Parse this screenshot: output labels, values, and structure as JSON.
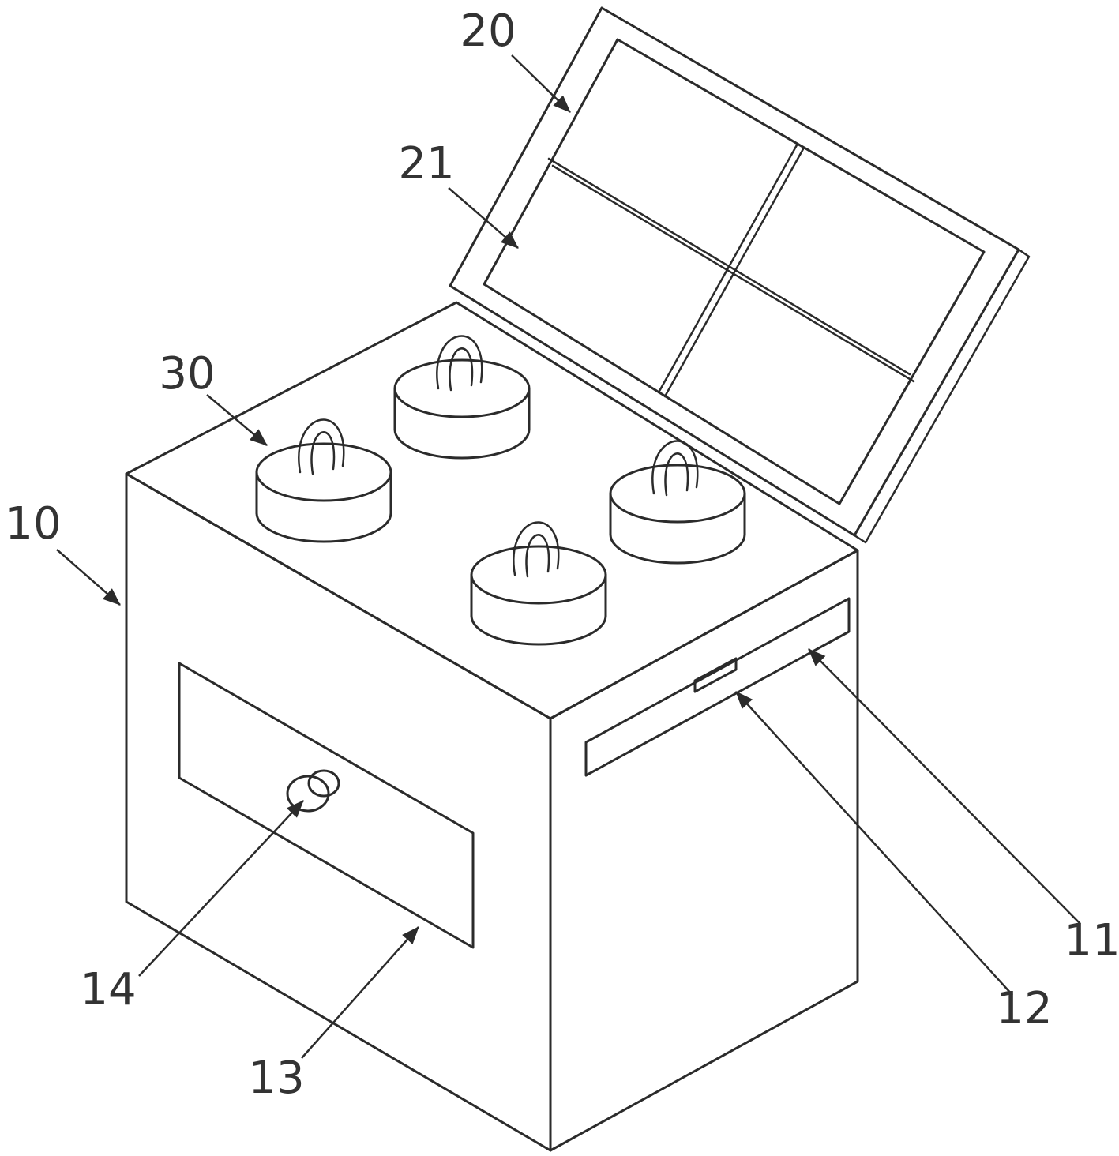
{
  "figure": {
    "background": "#ffffff",
    "stroke_color": "#2b2b2b",
    "label_color": "#333333"
  },
  "labels": {
    "n20": {
      "text": "20"
    },
    "n21": {
      "text": "21"
    },
    "n30": {
      "text": "30"
    },
    "n10": {
      "text": "10"
    },
    "n14": {
      "text": "14"
    },
    "n13": {
      "text": "13"
    },
    "n12": {
      "text": "12"
    },
    "n11": {
      "text": "11"
    }
  }
}
